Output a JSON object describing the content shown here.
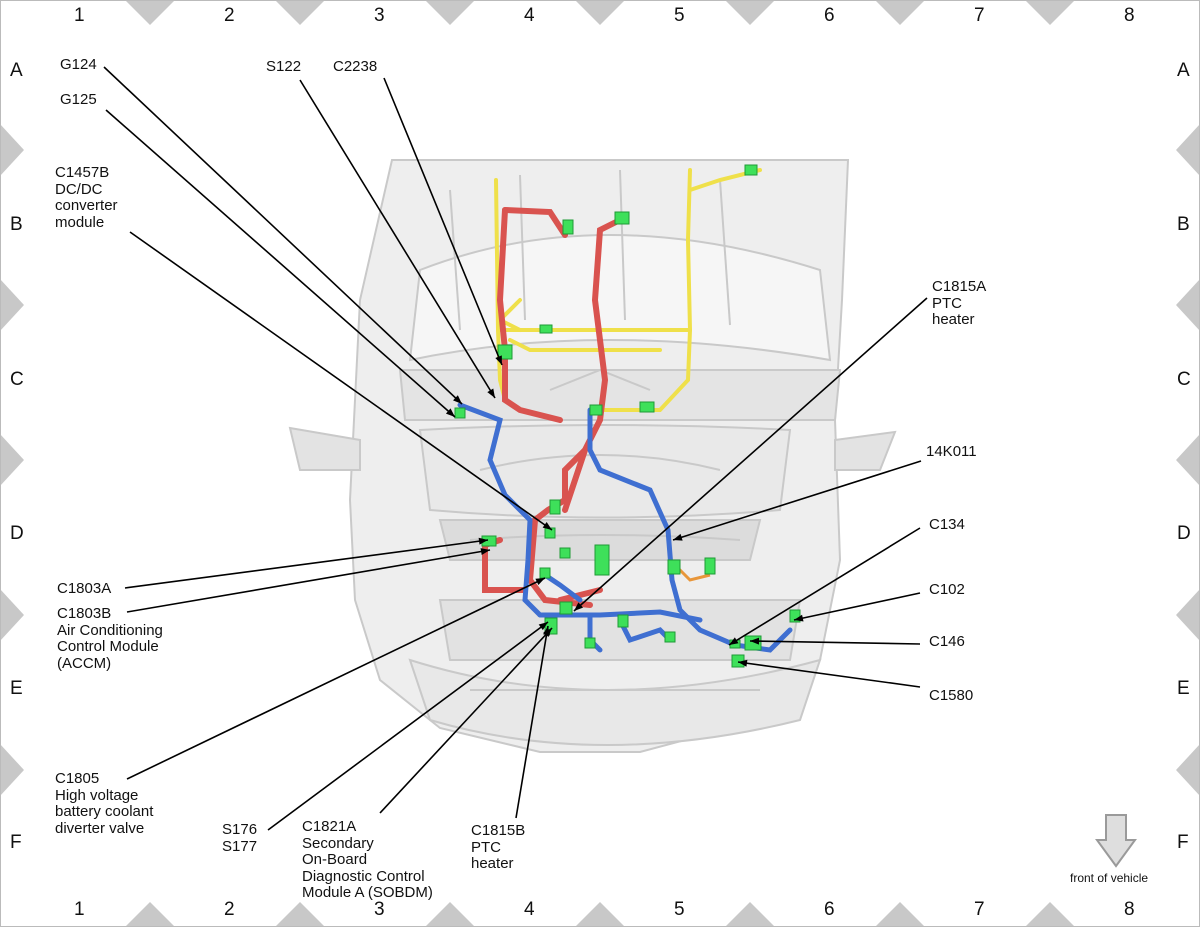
{
  "grid": {
    "columns": [
      "1",
      "2",
      "3",
      "4",
      "5",
      "6",
      "7",
      "8"
    ],
    "rows": [
      "A",
      "B",
      "C",
      "D",
      "E",
      "F"
    ]
  },
  "callouts": [
    {
      "id": "g124",
      "text": "G124"
    },
    {
      "id": "g125",
      "text": "G125"
    },
    {
      "id": "s122",
      "text": "S122"
    },
    {
      "id": "c2238",
      "text": "C2238"
    },
    {
      "id": "c1457b",
      "text": "C1457B\nDC/DC\nconverter\nmodule"
    },
    {
      "id": "c1815a",
      "text": "C1815A\nPTC\nheater"
    },
    {
      "id": "14k011",
      "text": "14K011"
    },
    {
      "id": "c134",
      "text": "C134"
    },
    {
      "id": "c102",
      "text": "C102"
    },
    {
      "id": "c146",
      "text": "C146"
    },
    {
      "id": "c1580",
      "text": "C1580"
    },
    {
      "id": "c1803a",
      "text": "C1803A"
    },
    {
      "id": "c1803b",
      "text": "C1803B\nAir Conditioning\nControl Module\n(ACCM)"
    },
    {
      "id": "c1805",
      "text": "C1805\nHigh voltage\nbattery coolant\ndiverter valve"
    },
    {
      "id": "s176",
      "text": "S176\nS177"
    },
    {
      "id": "c1821a",
      "text": "C1821A\nSecondary\nOn-Board\nDiagnostic Control\nModule A (SOBDM)"
    },
    {
      "id": "c1815b",
      "text": "C1815B\nPTC\nheater"
    }
  ],
  "front_note": "front of vehicle",
  "colors": {
    "harness_red": "#d9534f",
    "harness_blue": "#3f6fd1",
    "harness_yellow": "#efe04a",
    "connector_green": "#3ee05a",
    "border_gray": "#c8c8c8",
    "vehicle_gray": "#e6e6e6"
  }
}
